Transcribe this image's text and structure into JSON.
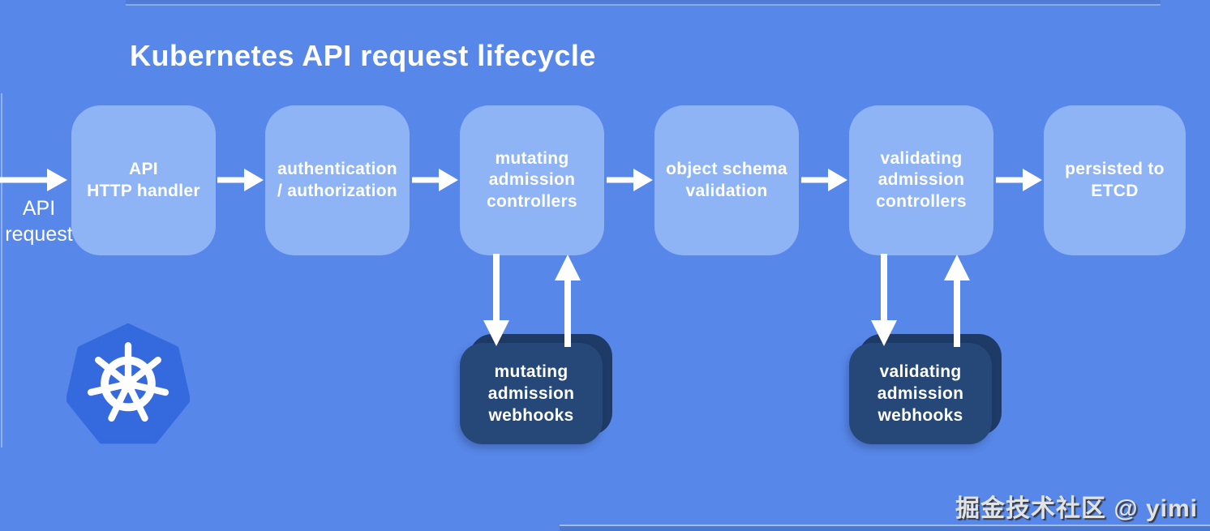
{
  "title": "Kubernetes API request lifecycle",
  "input_label": "API\nrequest",
  "pipeline": [
    {
      "label": "API\nHTTP handler"
    },
    {
      "label": "authentication\n/ authorization"
    },
    {
      "label": "mutating\nadmission\ncontrollers"
    },
    {
      "label": "object schema\nvalidation"
    },
    {
      "label": "validating\nadmission\ncontrollers"
    },
    {
      "label": "persisted to\nETCD"
    }
  ],
  "webhooks": [
    {
      "label": "mutating\nadmission\nwebhooks"
    },
    {
      "label": "validating\nadmission\nwebhooks"
    }
  ],
  "watermark": "掘金技术社区 @ yimi",
  "icons": {
    "kubernetes_logo": "heptagon with white ship-wheel (helm)",
    "flow_arrow": "white right arrow",
    "webhook_arrows": "white down and up arrows"
  },
  "colors": {
    "background": "#5787E9",
    "stage_box": "#8FB4F5",
    "webhook_box": "#264878",
    "webhook_box_back": "#1E3A66",
    "kubernetes_blue": "#3569DE",
    "arrow": "#FFFFFF",
    "text": "#FFFFFF"
  }
}
